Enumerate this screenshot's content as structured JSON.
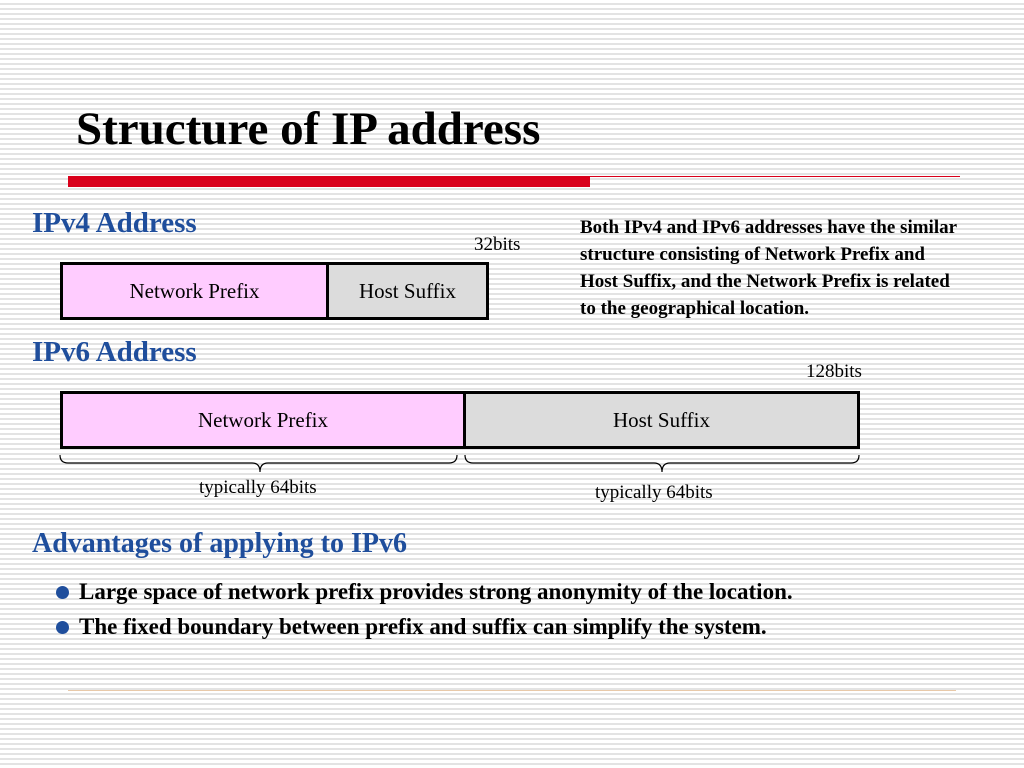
{
  "slide": {
    "title": "Structure of IP address"
  },
  "ipv4": {
    "heading": "IPv4 Address",
    "total_bits": "32bits",
    "network_prefix": "Network Prefix",
    "host_suffix": "Host Suffix"
  },
  "ipv6": {
    "heading": "IPv6 Address",
    "total_bits": "128bits",
    "network_prefix": "Network Prefix",
    "host_suffix": "Host Suffix",
    "prefix_bits_caption": "typically 64bits",
    "suffix_bits_caption": "typically 64bits"
  },
  "description": "Both IPv4 and IPv6 addresses have the similar structure consisting of Network Prefix and Host Suffix, and the Network Prefix is related to the geographical location.",
  "advantages": {
    "heading": "Advantages of applying to IPv6",
    "items": [
      "Large space of network prefix provides strong anonymity of the location.",
      "The fixed boundary between prefix and suffix can simplify the system."
    ]
  },
  "colors": {
    "heading_blue": "#1f4e9c",
    "title_bar_red": "#d9001b",
    "network_prefix_fill": "#ffccff",
    "host_suffix_fill": "#dcdcdc"
  }
}
